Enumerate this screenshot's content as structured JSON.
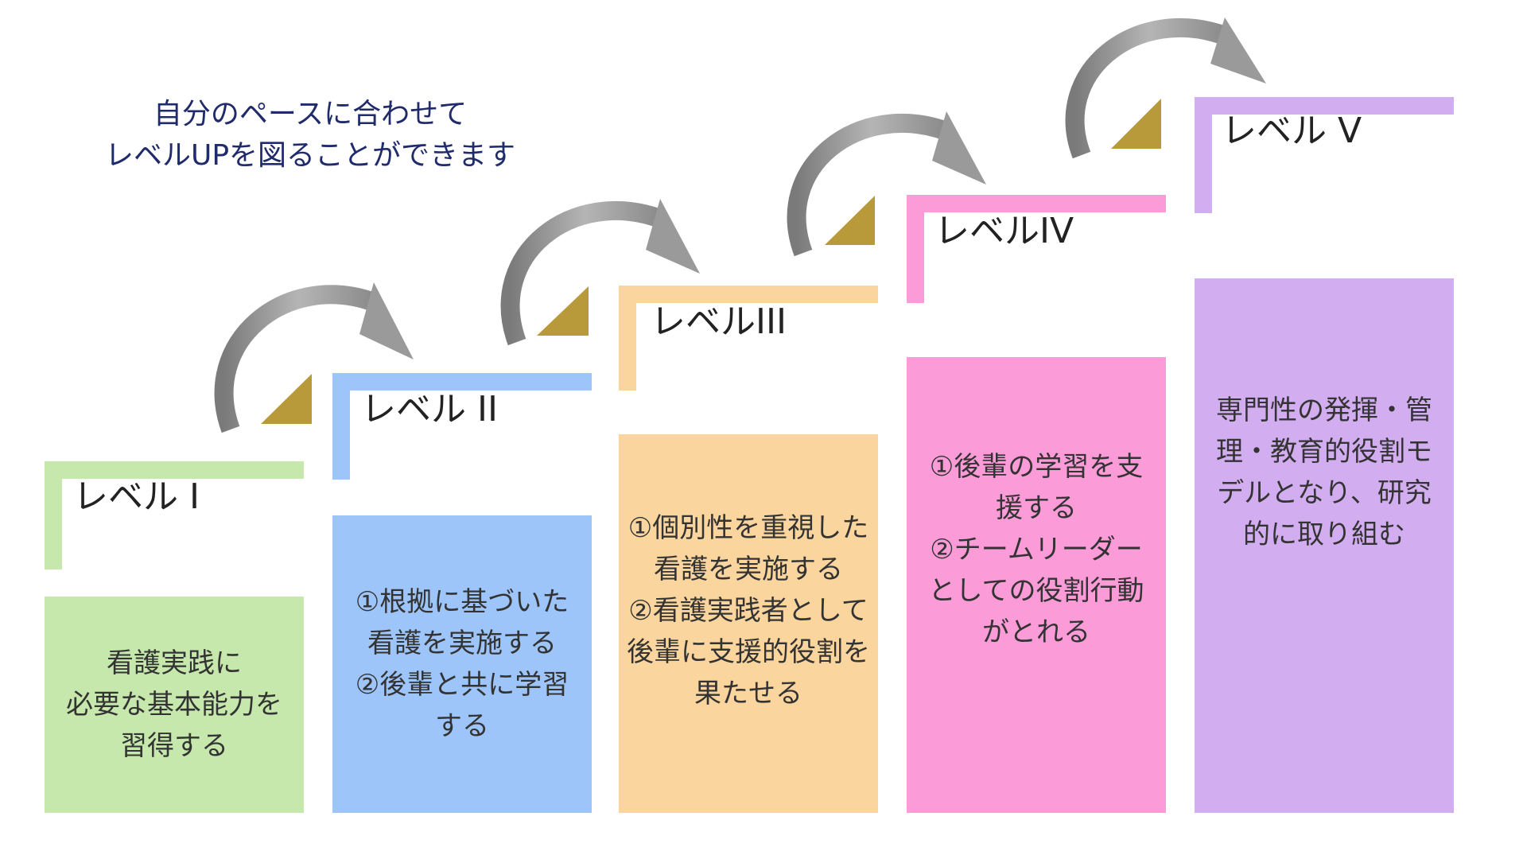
{
  "headline": {
    "line1": "自分のペースに合わせて",
    "line2": "レベルUPを図ることができます"
  },
  "colors": {
    "headline": "#1f2b6b",
    "level1": "#c6e8ac",
    "level2": "#9ec5fa",
    "level3": "#fbd59e",
    "level4": "#fb9bd8",
    "level5": "#d2adf0",
    "arrow": "#9a9a9a",
    "triangle": "#b89a3a"
  },
  "levels": [
    {
      "label": "レベル I",
      "description": [
        "看護実践に",
        "必要な基本能力を",
        "習得する"
      ]
    },
    {
      "label": "レベル II",
      "description": [
        "①根拠に基づいた",
        "看護を実施する",
        "②後輩と共に学習",
        "する"
      ]
    },
    {
      "label": "レベルIII",
      "description": [
        "①個別性を重視した",
        "看護を実施する",
        "②看護実践者として",
        "後輩に支援的役割を",
        "果たせる"
      ]
    },
    {
      "label": "レベルIV",
      "description": [
        "①後輩の学習を支",
        "援する",
        "②チームリーダー",
        "としての役割行動",
        "がとれる"
      ]
    },
    {
      "label": "レベル V",
      "description": [
        "専門性の発揮・管",
        "理・教育的役割モ",
        "デルとなり、研究",
        "的に取り組む"
      ]
    }
  ]
}
